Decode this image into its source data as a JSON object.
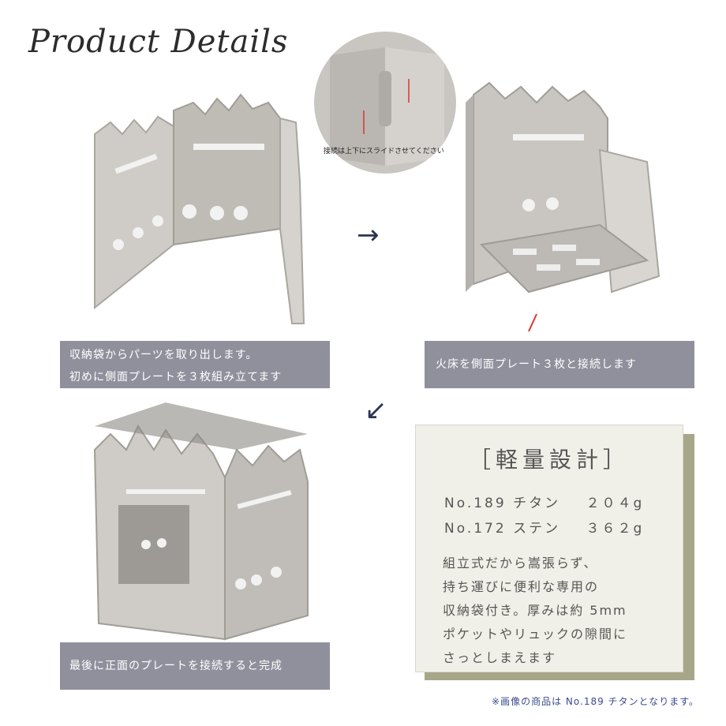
{
  "title": "Product Details",
  "captions": {
    "step1_line1": "収納袋からパーツを取り出します。",
    "step1_line2": "初めに側面プレートを３枚組み立てます",
    "step2": "火床を側面プレート３枚と接続します",
    "step3": "最後に正面のプレートを接続すると完成"
  },
  "zoom_note": "接続は上下にスライドさせてください",
  "arrows": {
    "right": "→",
    "down_left": "↙"
  },
  "spec": {
    "heading": "［軽量設計］",
    "rows": [
      {
        "model": "No.189 チタン",
        "weight": "２０４g"
      },
      {
        "model": "No.172 ステン",
        "weight": "３６２g"
      }
    ],
    "desc": [
      "組立式だから嵩張らず、",
      "持ち運びに便利な専用の",
      "収納袋付き。厚みは約 5mm",
      "ポケットやリュックの隙間に",
      "さっとしまえます"
    ]
  },
  "note": "※画像の商品は No.189 チタンとなります。",
  "colors": {
    "caption_bg": "#787887",
    "spec_bg": "#f1f0e8",
    "spec_shadow": "#a8a688",
    "metal": "#c4c1bc",
    "note_text": "#3a4a8c"
  }
}
